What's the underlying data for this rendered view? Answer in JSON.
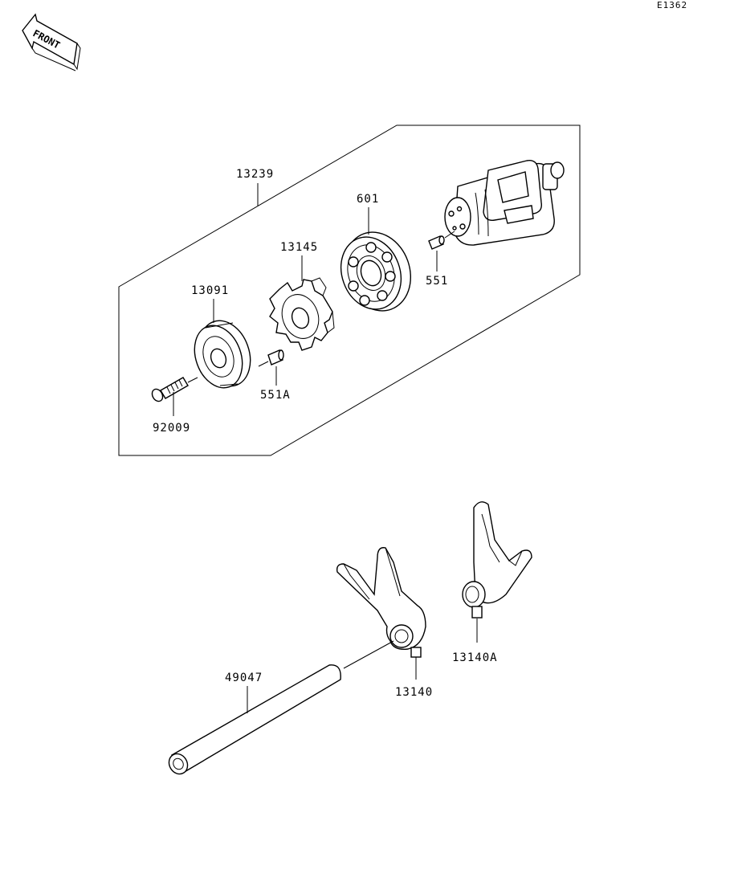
{
  "diagram_code": "E1362",
  "front_arrow_text": "FRONT",
  "callouts": {
    "assembly_13239": "13239",
    "bearing_601": "601",
    "pin_551": "551",
    "part_13145": "13145",
    "part_13091": "13091",
    "pin_551a": "551A",
    "screw_92009": "92009",
    "shaft_49047": "49047",
    "fork_13140": "13140",
    "fork_13140a": "13140A"
  }
}
